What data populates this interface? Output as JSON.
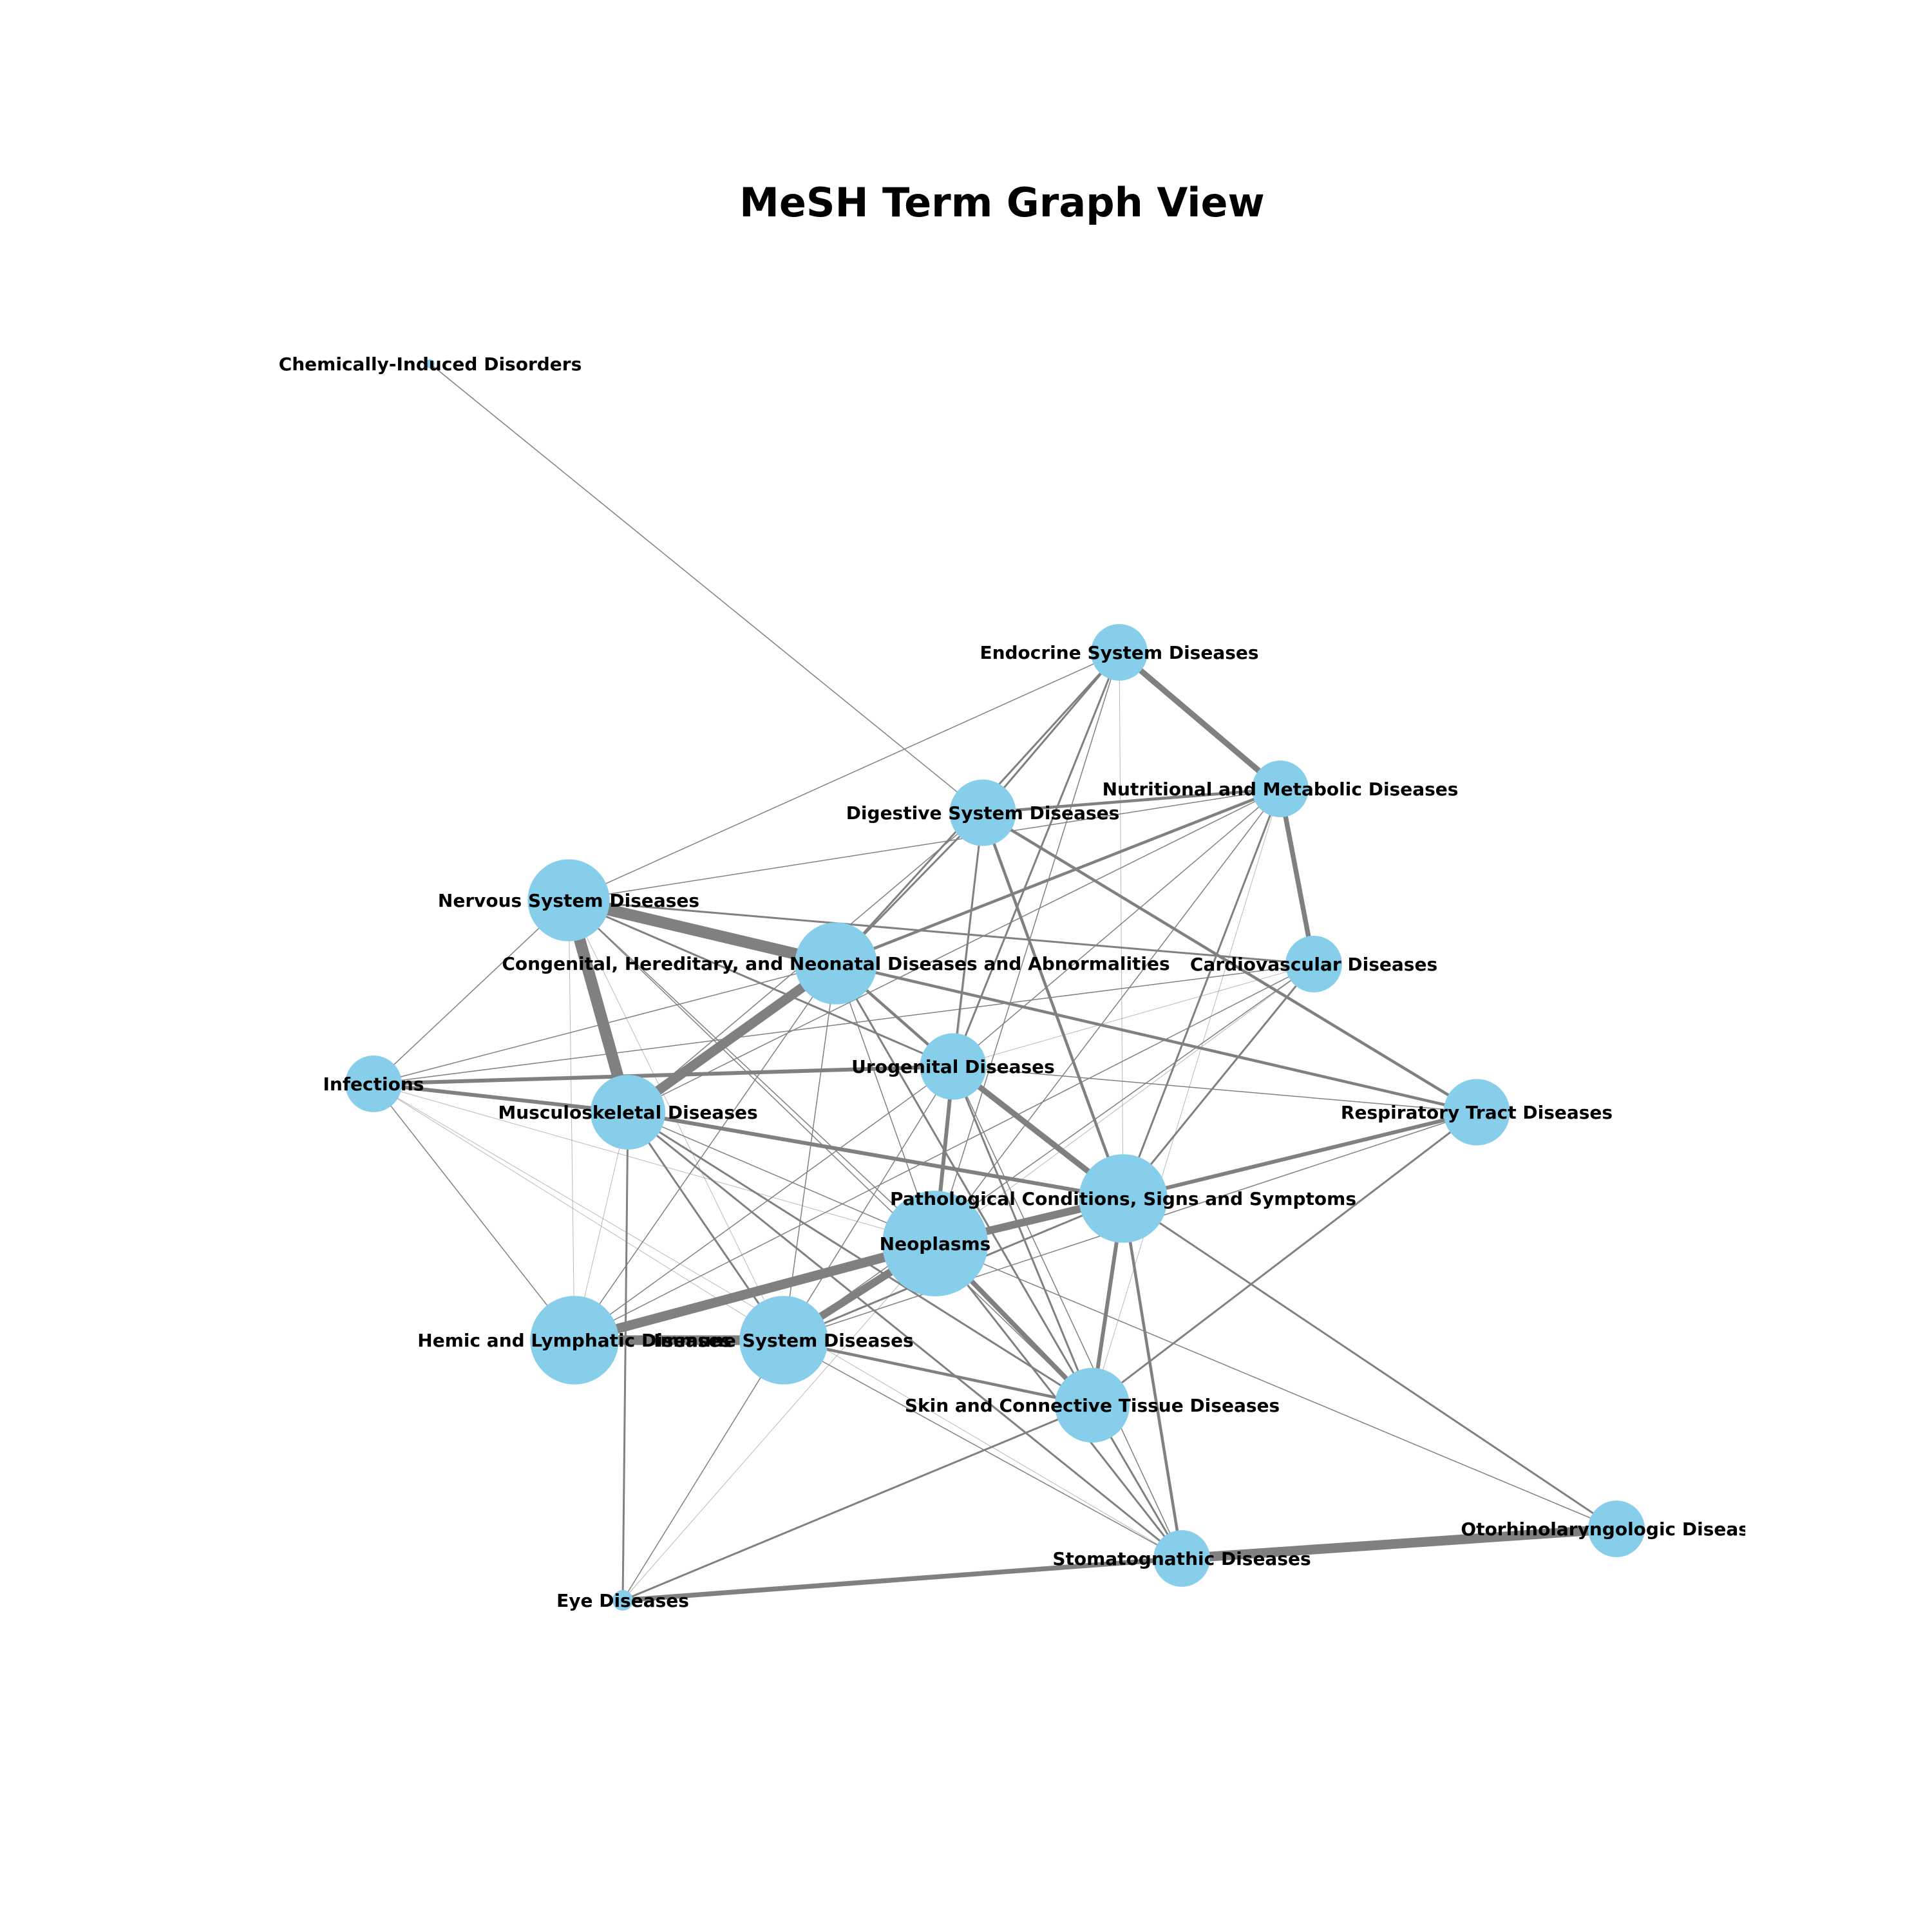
{
  "title": "MeSH Term Graph View",
  "colors": {
    "node_fill": "#87CEEB",
    "edge_stroke": "#808080",
    "label_color": "#000000",
    "background": "#ffffff"
  },
  "nodes": [
    {
      "id": "chem",
      "label": "Chemically-Induced Disorders",
      "size": 1
    },
    {
      "id": "endo",
      "label": "Endocrine System Diseases",
      "size": 2
    },
    {
      "id": "nutr",
      "label": "Nutritional and Metabolic Diseases",
      "size": 2
    },
    {
      "id": "dig",
      "label": "Digestive System Diseases",
      "size": 3
    },
    {
      "id": "nerv",
      "label": "Nervous System Diseases",
      "size": 5
    },
    {
      "id": "cong",
      "label": "Congenital, Hereditary, and Neonatal Diseases and Abnormalities",
      "size": 5
    },
    {
      "id": "card",
      "label": "Cardiovascular Diseases",
      "size": 2
    },
    {
      "id": "inf",
      "label": "Infections",
      "size": 2
    },
    {
      "id": "uro",
      "label": "Urogenital Diseases",
      "size": 3
    },
    {
      "id": "musc",
      "label": "Musculoskeletal Diseases",
      "size": 4
    },
    {
      "id": "resp",
      "label": "Respiratory Tract Diseases",
      "size": 3
    },
    {
      "id": "path",
      "label": "Pathological Conditions, Signs and Symptoms",
      "size": 6
    },
    {
      "id": "neo",
      "label": "Neoplasms",
      "size": 9
    },
    {
      "id": "hem",
      "label": "Hemic and Lymphatic Diseases",
      "size": 6
    },
    {
      "id": "imm",
      "label": "Immune System Diseases",
      "size": 6
    },
    {
      "id": "skin",
      "label": "Skin and Connective Tissue Diseases",
      "size": 4
    },
    {
      "id": "oto",
      "label": "Otorhinolaryngologic Diseases",
      "size": 2
    },
    {
      "id": "stom",
      "label": "Stomatognathic Diseases",
      "size": 2
    },
    {
      "id": "eye",
      "label": "Eye Diseases",
      "size": 1
    }
  ],
  "edges": [
    {
      "source": "chem",
      "target": "dig",
      "weight": 1
    },
    {
      "source": "endo",
      "target": "nutr",
      "weight": 6
    },
    {
      "source": "endo",
      "target": "dig",
      "weight": 2
    },
    {
      "source": "endo",
      "target": "nerv",
      "weight": 1
    },
    {
      "source": "endo",
      "target": "cong",
      "weight": 2
    },
    {
      "source": "endo",
      "target": "uro",
      "weight": 2
    },
    {
      "source": "endo",
      "target": "neo",
      "weight": 1
    },
    {
      "source": "endo",
      "target": "path",
      "weight": 0.5
    },
    {
      "source": "nutr",
      "target": "card",
      "weight": 5
    },
    {
      "source": "nutr",
      "target": "cong",
      "weight": 3
    },
    {
      "source": "nutr",
      "target": "dig",
      "weight": 3
    },
    {
      "source": "nutr",
      "target": "nerv",
      "weight": 1
    },
    {
      "source": "nutr",
      "target": "uro",
      "weight": 1
    },
    {
      "source": "nutr",
      "target": "path",
      "weight": 2
    },
    {
      "source": "nutr",
      "target": "neo",
      "weight": 1
    },
    {
      "source": "nutr",
      "target": "musc",
      "weight": 1
    },
    {
      "source": "nutr",
      "target": "skin",
      "weight": 0.5
    },
    {
      "source": "dig",
      "target": "cong",
      "weight": 2
    },
    {
      "source": "dig",
      "target": "uro",
      "weight": 2
    },
    {
      "source": "dig",
      "target": "path",
      "weight": 3
    },
    {
      "source": "dig",
      "target": "resp",
      "weight": 3
    },
    {
      "source": "dig",
      "target": "musc",
      "weight": 1
    },
    {
      "source": "dig",
      "target": "neo",
      "weight": 0.5
    },
    {
      "source": "nerv",
      "target": "cong",
      "weight": 12
    },
    {
      "source": "nerv",
      "target": "musc",
      "weight": 12
    },
    {
      "source": "nerv",
      "target": "card",
      "weight": 2
    },
    {
      "source": "nerv",
      "target": "uro",
      "weight": 2
    },
    {
      "source": "nerv",
      "target": "inf",
      "weight": 1
    },
    {
      "source": "nerv",
      "target": "neo",
      "weight": 1
    },
    {
      "source": "nerv",
      "target": "imm",
      "weight": 0.5
    },
    {
      "source": "nerv",
      "target": "skin",
      "weight": 1
    },
    {
      "source": "nerv",
      "target": "hem",
      "weight": 0.5
    },
    {
      "source": "cong",
      "target": "musc",
      "weight": 10
    },
    {
      "source": "cong",
      "target": "uro",
      "weight": 3
    },
    {
      "source": "cong",
      "target": "inf",
      "weight": 1
    },
    {
      "source": "cong",
      "target": "resp",
      "weight": 3
    },
    {
      "source": "cong",
      "target": "skin",
      "weight": 2
    },
    {
      "source": "cong",
      "target": "hem",
      "weight": 1
    },
    {
      "source": "cong",
      "target": "imm",
      "weight": 1
    },
    {
      "source": "cong",
      "target": "neo",
      "weight": 1
    },
    {
      "source": "cong",
      "target": "stom",
      "weight": 0.5
    },
    {
      "source": "card",
      "target": "path",
      "weight": 2
    },
    {
      "source": "card",
      "target": "inf",
      "weight": 1
    },
    {
      "source": "card",
      "target": "hem",
      "weight": 1
    },
    {
      "source": "card",
      "target": "imm",
      "weight": 1
    },
    {
      "source": "card",
      "target": "neo",
      "weight": 0.5
    },
    {
      "source": "card",
      "target": "uro",
      "weight": 0.5
    },
    {
      "source": "inf",
      "target": "musc",
      "weight": 4
    },
    {
      "source": "inf",
      "target": "uro",
      "weight": 4
    },
    {
      "source": "inf",
      "target": "hem",
      "weight": 1
    },
    {
      "source": "inf",
      "target": "imm",
      "weight": 0.5
    },
    {
      "source": "inf",
      "target": "neo",
      "weight": 0.5
    },
    {
      "source": "inf",
      "target": "stom",
      "weight": 0.5
    },
    {
      "source": "uro",
      "target": "path",
      "weight": 6
    },
    {
      "source": "uro",
      "target": "neo",
      "weight": 4
    },
    {
      "source": "uro",
      "target": "resp",
      "weight": 1
    },
    {
      "source": "uro",
      "target": "hem",
      "weight": 1
    },
    {
      "source": "uro",
      "target": "imm",
      "weight": 1
    },
    {
      "source": "uro",
      "target": "skin",
      "weight": 2
    },
    {
      "source": "uro",
      "target": "stom",
      "weight": 1
    },
    {
      "source": "musc",
      "target": "path",
      "weight": 4
    },
    {
      "source": "musc",
      "target": "eye",
      "weight": 2
    },
    {
      "source": "musc",
      "target": "imm",
      "weight": 2
    },
    {
      "source": "musc",
      "target": "skin",
      "weight": 2
    },
    {
      "source": "musc",
      "target": "stom",
      "weight": 2
    },
    {
      "source": "musc",
      "target": "hem",
      "weight": 0.5
    },
    {
      "source": "musc",
      "target": "neo",
      "weight": 1
    },
    {
      "source": "resp",
      "target": "path",
      "weight": 4
    },
    {
      "source": "resp",
      "target": "skin",
      "weight": 2
    },
    {
      "source": "resp",
      "target": "neo",
      "weight": 1
    },
    {
      "source": "resp",
      "target": "imm",
      "weight": 1
    },
    {
      "source": "path",
      "target": "neo",
      "weight": 8
    },
    {
      "source": "path",
      "target": "skin",
      "weight": 4
    },
    {
      "source": "path",
      "target": "stom",
      "weight": 3
    },
    {
      "source": "path",
      "target": "oto",
      "weight": 2
    },
    {
      "source": "path",
      "target": "imm",
      "weight": 2
    },
    {
      "source": "path",
      "target": "hem",
      "weight": 1
    },
    {
      "source": "neo",
      "target": "hem",
      "weight": 10
    },
    {
      "source": "neo",
      "target": "imm",
      "weight": 8
    },
    {
      "source": "neo",
      "target": "skin",
      "weight": 5
    },
    {
      "source": "neo",
      "target": "stom",
      "weight": 2
    },
    {
      "source": "neo",
      "target": "oto",
      "weight": 1
    },
    {
      "source": "neo",
      "target": "eye",
      "weight": 0.5
    },
    {
      "source": "hem",
      "target": "imm",
      "weight": 10
    },
    {
      "source": "imm",
      "target": "skin",
      "weight": 3
    },
    {
      "source": "imm",
      "target": "stom",
      "weight": 1
    },
    {
      "source": "imm",
      "target": "eye",
      "weight": 1
    },
    {
      "source": "skin",
      "target": "eye",
      "weight": 2
    },
    {
      "source": "skin",
      "target": "stom",
      "weight": 2
    },
    {
      "source": "stom",
      "target": "oto",
      "weight": 10
    },
    {
      "source": "stom",
      "target": "eye",
      "weight": 5
    }
  ]
}
